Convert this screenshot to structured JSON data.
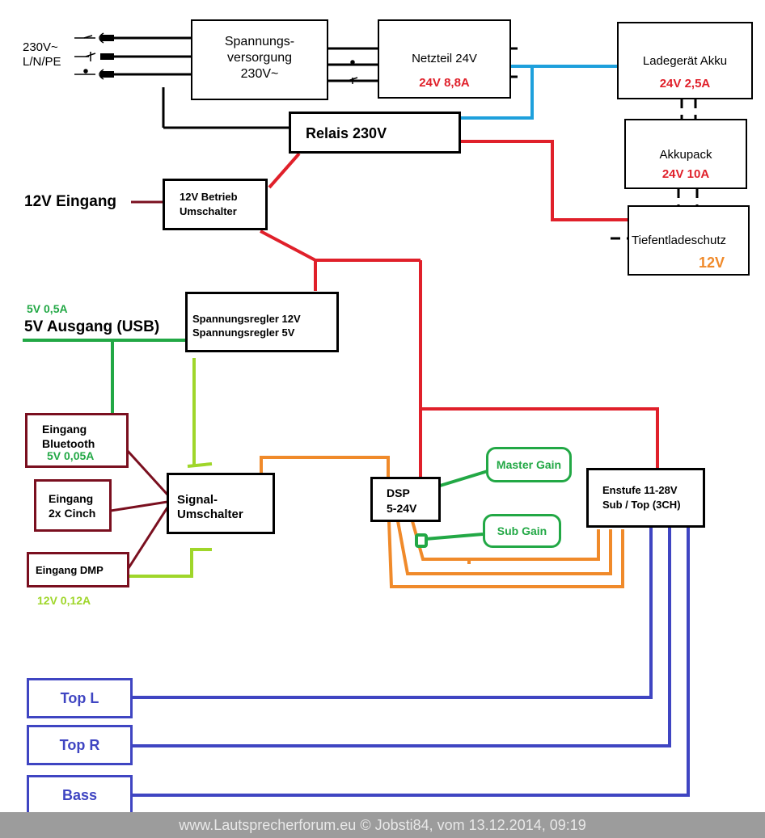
{
  "mains": {
    "line1": "230V~",
    "line2": "L/N/PE"
  },
  "blocks": {
    "spannungsversorgung": {
      "line1": "Spannungs-",
      "line2": "versorgung",
      "line3": "230V~"
    },
    "netzteil": {
      "title": "Netzteil 24V",
      "rating": "24V 8,8A"
    },
    "ladegeraet": {
      "title": "Ladegerät Akku",
      "rating": "24V 2,5A"
    },
    "akkupack": {
      "title": "Akkupack",
      "rating": "24V 10A"
    },
    "relais": {
      "title": "Relais 230V"
    },
    "tiefentladeschutz": {
      "title": "Tiefentladeschutz",
      "rating": "12V"
    },
    "betrieb_umschalter": {
      "line1": "12V Betrieb",
      "line2": "Umschalter"
    },
    "spannungsregler": {
      "line1": "Spannungsregler 12V",
      "line2": "Spannungsregler 5V"
    },
    "eingang_bluetooth": {
      "line1": "Eingang",
      "line2": "Bluetooth",
      "rating": "5V 0,05A"
    },
    "eingang_cinch": {
      "line1": "Eingang",
      "line2": "2x Cinch"
    },
    "eingang_dmp": {
      "title": "Eingang DMP"
    },
    "signal_umschalter": {
      "line1": "Signal-",
      "line2": "Umschalter"
    },
    "dsp": {
      "line1": "DSP",
      "line2": "5-24V"
    },
    "endstufe": {
      "line1": "Enstufe  11-28V",
      "line2": "Sub / Top (3CH)"
    }
  },
  "labels": {
    "input_12v": "12V Eingang",
    "usb_current": "5V 0,5A",
    "usb_out": "5V Ausgang (USB)",
    "dmp_rating": "12V 0,12A"
  },
  "controls": {
    "master_gain": "Master Gain",
    "sub_gain": "Sub Gain"
  },
  "outputs": [
    "Top L",
    "Top R",
    "Bass"
  ],
  "footer": "www.Lautsprecherforum.eu © Jobsti84, vom 13.12.2014, 09:19",
  "colors": {
    "power_230v": "#000000",
    "charger_24v": "#1ea0dc",
    "dc_power": "#e0202a",
    "input_12v_line": "#7a0f1f",
    "usb_5v": "#22a845",
    "dmp_12v": "#9fd62a",
    "audio_signal": "#f08a2a",
    "speaker_out": "#3f45c2"
  }
}
